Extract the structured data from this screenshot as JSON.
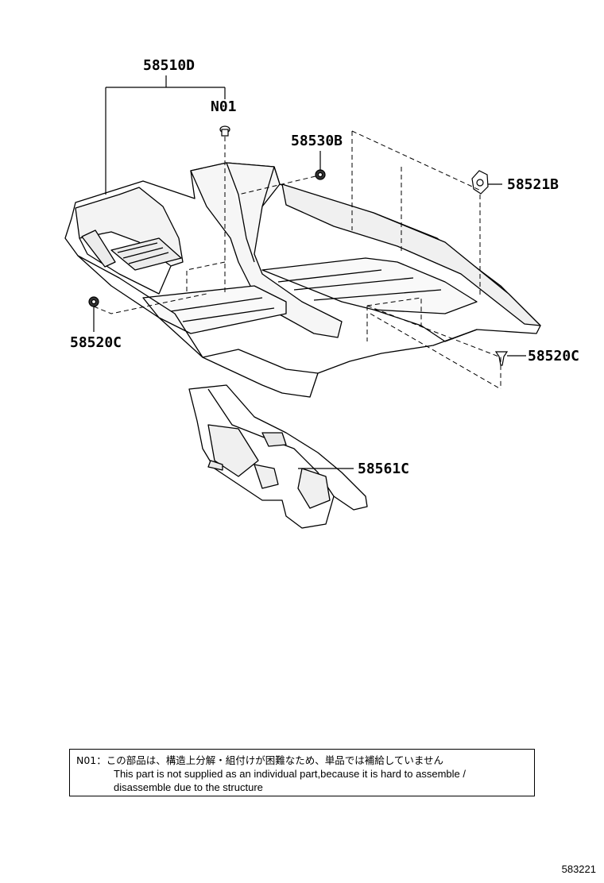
{
  "labels": {
    "carpet_main": "58510D",
    "not_supplied": "N01",
    "clip_upper": "58530B",
    "hook": "58521B",
    "clip_left": "58520C",
    "clip_right": "58520C",
    "rear_carpet": "58561C"
  },
  "note": {
    "line1": "N01：この部品は、構造上分解・組付けが困難なため、単品では補給していません",
    "line2": "This part is not supplied as an individual part,because it is hard to assemble /",
    "line3": "disassemble due to the structure"
  },
  "figure_ref": "583221"
}
